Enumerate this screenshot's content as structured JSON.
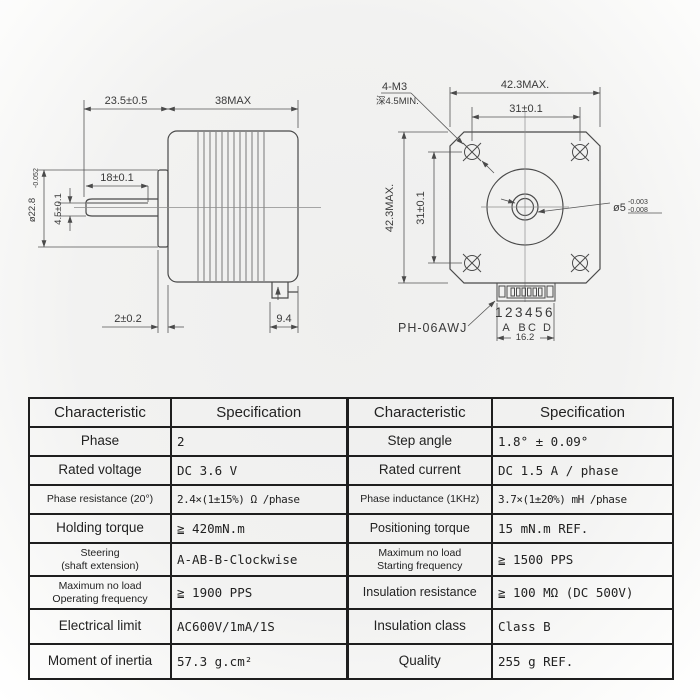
{
  "side_view": {
    "shaft_length": "23.5±0.5",
    "body_length": "38MAX",
    "flat_length": "18±0.1",
    "flat_depth": "4.5±0.1",
    "pilot_diameter": "ø22.8",
    "pilot_tolerance": "-0.052",
    "boss_thickness": "2±0.2",
    "connector_depth": "9.4"
  },
  "front_view": {
    "mounting_holes": "4-M3",
    "hole_depth": "深4.5MIN.",
    "width_max": "42.3MAX.",
    "hole_spacing_h": "31±0.1",
    "height_max": "42.3MAX.",
    "hole_spacing_v": "31±0.1",
    "shaft_diameter": "ø5",
    "shaft_tol_upper": "-0.003",
    "shaft_tol_lower": "-0.008",
    "connector_model": "PH-06AWJ",
    "pin_numbers": "123456",
    "pin_a": "A",
    "pin_b": "B",
    "pin_c": "C",
    "pin_d": "D",
    "connector_width": "16.2"
  },
  "table": {
    "header": {
      "c1": "Characteristic",
      "s1": "Specification",
      "c2": "Characteristic",
      "s2": "Specification"
    },
    "rows": [
      {
        "c1": "Phase",
        "s1": "2",
        "c2": "Step angle",
        "s2": "1.8°  ± 0.09°"
      },
      {
        "c1": "Rated voltage",
        "s1": "DC 3.6 V",
        "c2": "Rated current",
        "s2": "DC  1.5 A / phase"
      },
      {
        "c1": "Phase resistance (20°)",
        "s1": "2.4×(1±15%) Ω /phase",
        "c2": "Phase inductance (1KHz)",
        "s2": "3.7×(1±20%) mH /phase"
      },
      {
        "c1": "Holding torque",
        "s1": "≧  420mN.m",
        "c2": "Positioning torque",
        "s2": "15 mN.m  REF."
      },
      {
        "c1a": "Steering",
        "c1b": "(shaft extension)",
        "s1": "A-AB-B-Clockwise",
        "c2a": "Maximum no load",
        "c2b": "Starting frequency",
        "s2": "≧ 1500 PPS"
      },
      {
        "c1a": "Maximum no load",
        "c1b": "Operating frequency",
        "s1": "≧ 1900 PPS",
        "c2": "Insulation resistance",
        "s2": "≧ 100 MΩ (DC 500V)"
      },
      {
        "c1": "Electrical limit",
        "s1": "AC600V/1mA/1S",
        "c2": "Insulation class",
        "s2": "Class B"
      },
      {
        "c1": "Moment of inertia",
        "s1": "57.3  g.cm²",
        "c2": "Quality",
        "s2": "255 g  REF."
      }
    ]
  }
}
